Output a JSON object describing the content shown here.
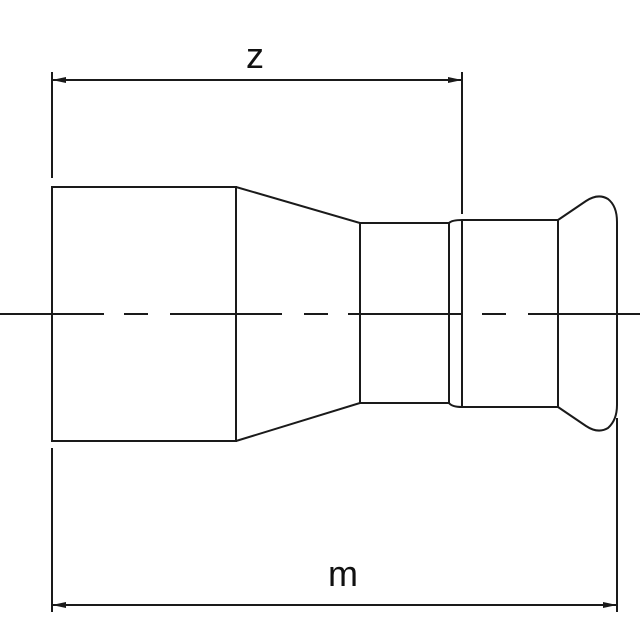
{
  "drawing": {
    "type": "technical-drawing",
    "subject": "press-fit reducer fitting side view",
    "stroke_color": "#1a1a1a",
    "background": "#ffffff"
  },
  "dimensions": {
    "z": {
      "label": "z"
    },
    "m": {
      "label": "m"
    }
  }
}
